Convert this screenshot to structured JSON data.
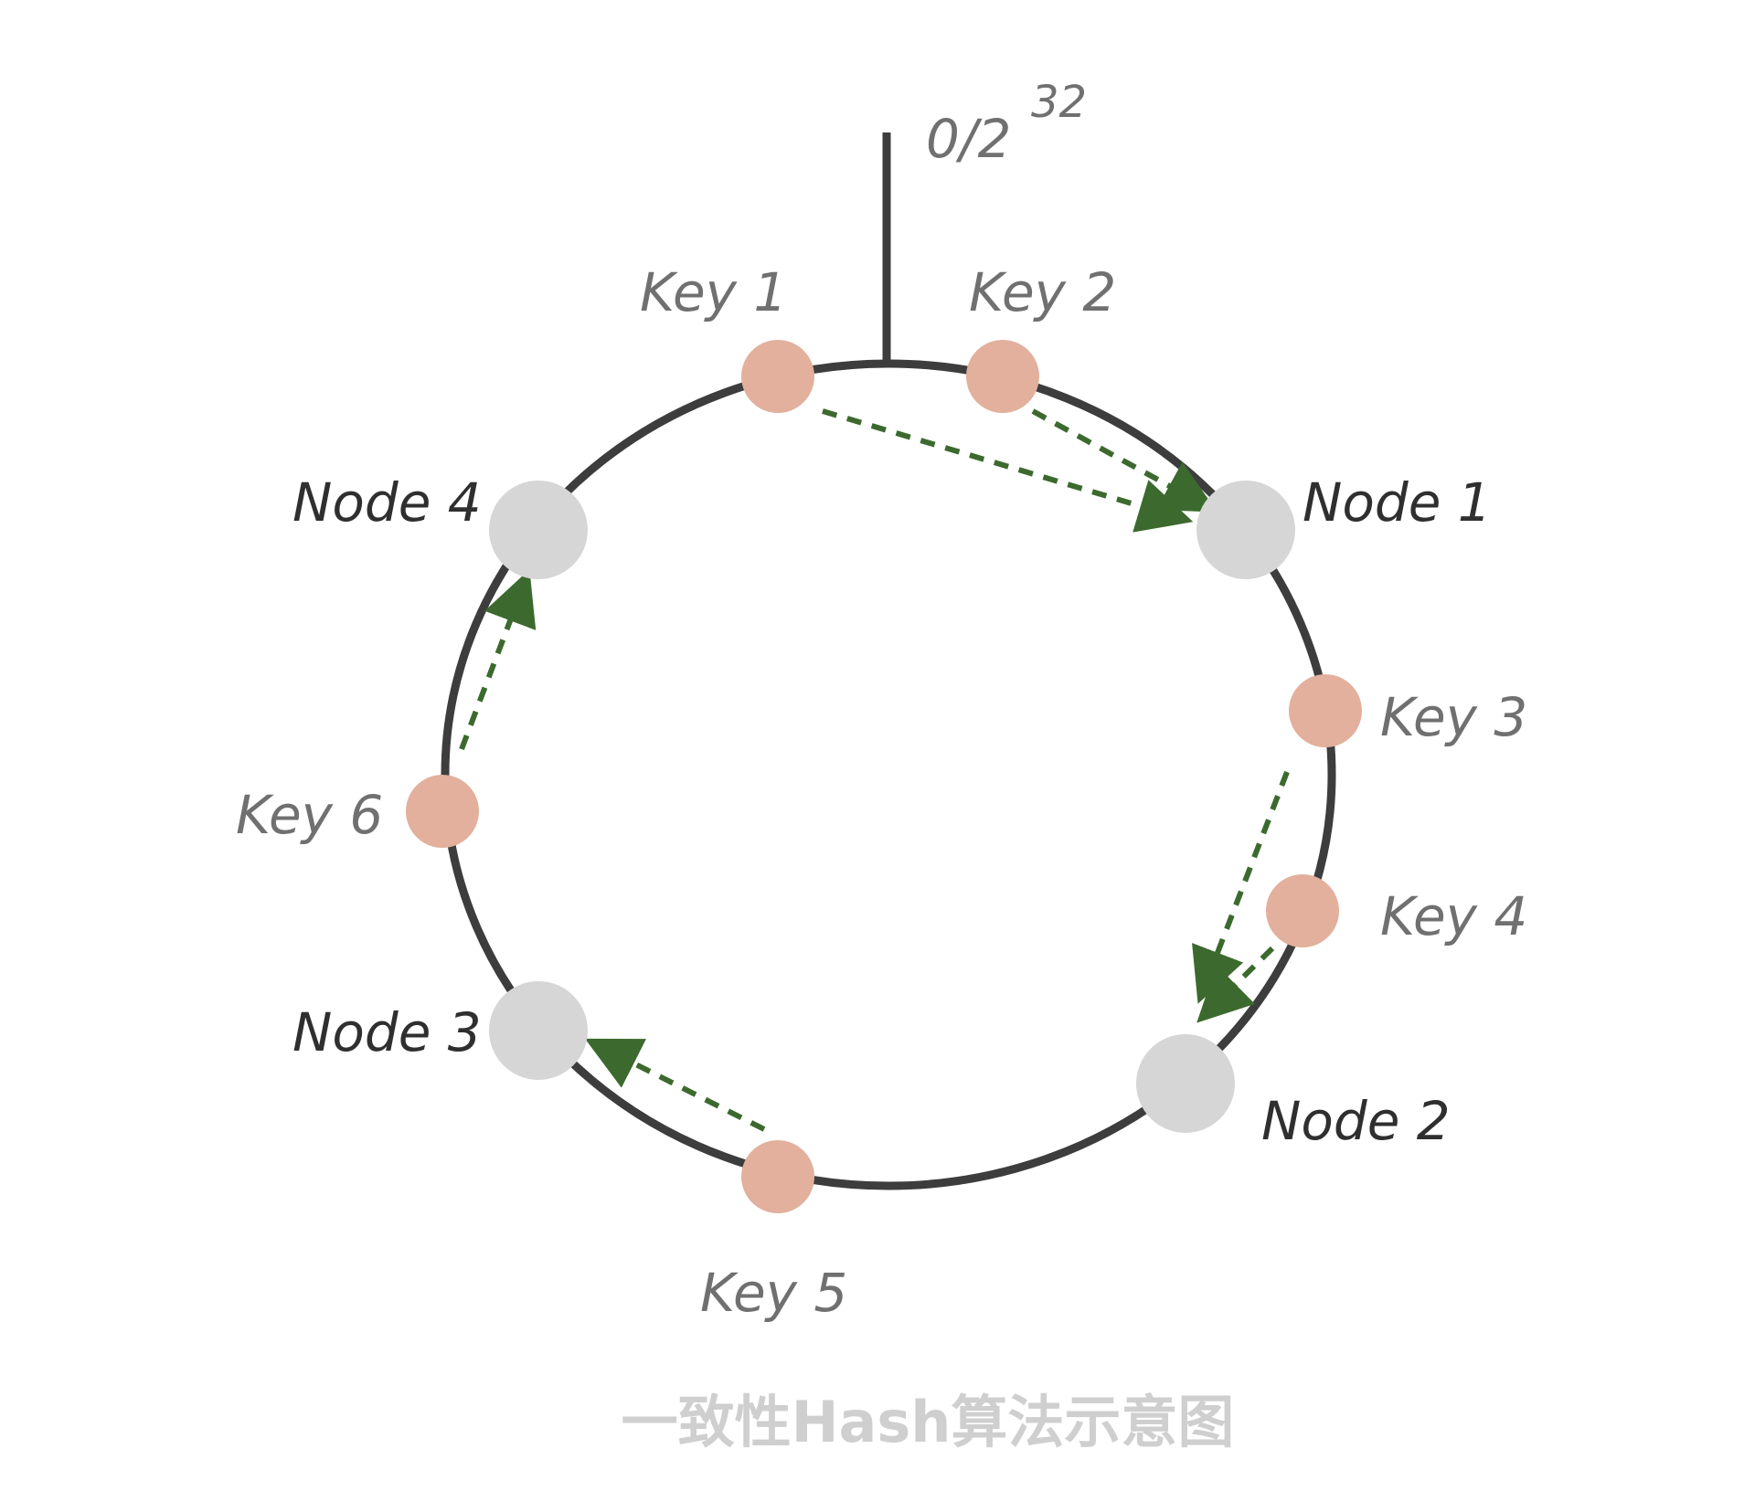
{
  "origin": {
    "base": "0/2",
    "exponent": "32"
  },
  "nodes": [
    {
      "id": "node-1",
      "label": "Node 1"
    },
    {
      "id": "node-2",
      "label": "Node 2"
    },
    {
      "id": "node-3",
      "label": "Node 3"
    },
    {
      "id": "node-4",
      "label": "Node 4"
    }
  ],
  "keys": [
    {
      "id": "key-1",
      "label": "Key 1",
      "maps_to": "Node 1"
    },
    {
      "id": "key-2",
      "label": "Key 2",
      "maps_to": "Node 1"
    },
    {
      "id": "key-3",
      "label": "Key 3",
      "maps_to": "Node 2"
    },
    {
      "id": "key-4",
      "label": "Key 4",
      "maps_to": "Node 2"
    },
    {
      "id": "key-5",
      "label": "Key 5",
      "maps_to": "Node 3"
    },
    {
      "id": "key-6",
      "label": "Key 6",
      "maps_to": "Node 4"
    }
  ],
  "caption": "一致性Hash算法示意图",
  "colors": {
    "ring": "#3d3d3d",
    "node_fill": "#d6d6d6",
    "key_fill": "#e2b09c",
    "arrow": "#3c6a2e",
    "caption": "#cfcfcf"
  }
}
